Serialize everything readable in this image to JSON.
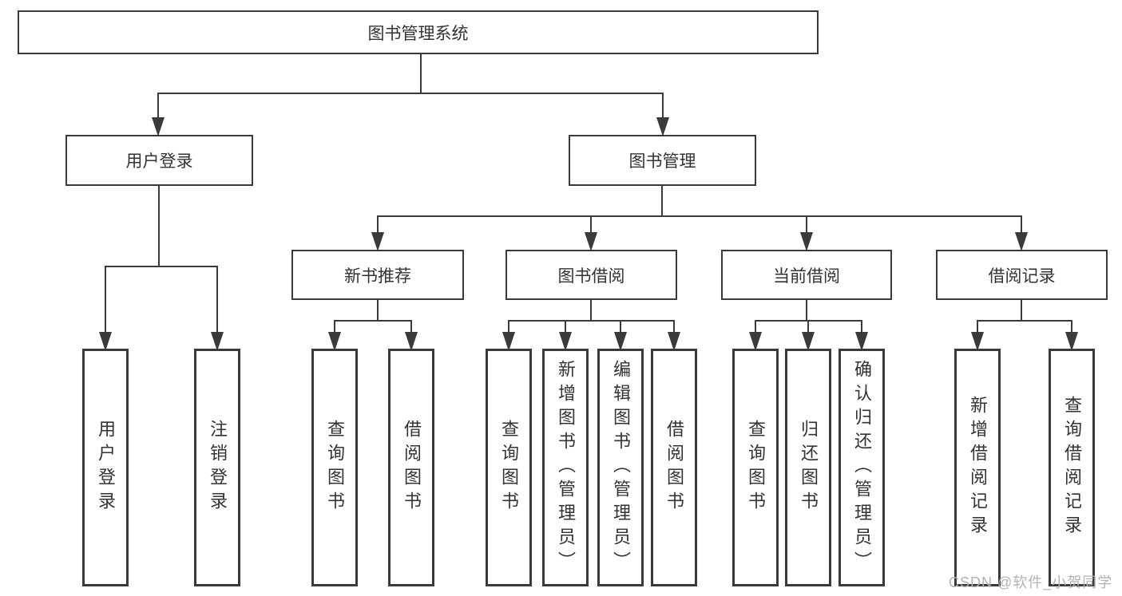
{
  "diagram": {
    "root": {
      "label": "图书管理系统"
    },
    "branches": [
      {
        "label": "用户登录",
        "leaves": [
          {
            "label": "用户登录"
          },
          {
            "label": "注销登录"
          }
        ]
      },
      {
        "label": "图书管理",
        "groups": [
          {
            "label": "新书推荐",
            "leaves": [
              {
                "label": "查询图书"
              },
              {
                "label": "借阅图书"
              }
            ]
          },
          {
            "label": "图书借阅",
            "leaves": [
              {
                "label": "查询图书"
              },
              {
                "label": "新增图书（管理员）"
              },
              {
                "label": "编辑图书（管理员）"
              },
              {
                "label": "借阅图书"
              }
            ]
          },
          {
            "label": "当前借阅",
            "leaves": [
              {
                "label": "查询图书"
              },
              {
                "label": "归还图书"
              },
              {
                "label": "确认归还（管理员）"
              }
            ]
          },
          {
            "label": "借阅记录",
            "leaves": [
              {
                "label": "新增借阅记录"
              },
              {
                "label": "查询借阅记录"
              }
            ]
          }
        ]
      }
    ]
  },
  "watermark": {
    "text": "CSDN @软件_小贺同学"
  },
  "colors": {
    "line": "#3a3a3a",
    "text": "#333333",
    "watermark": "#b3b3b3",
    "background": "#ffffff"
  }
}
